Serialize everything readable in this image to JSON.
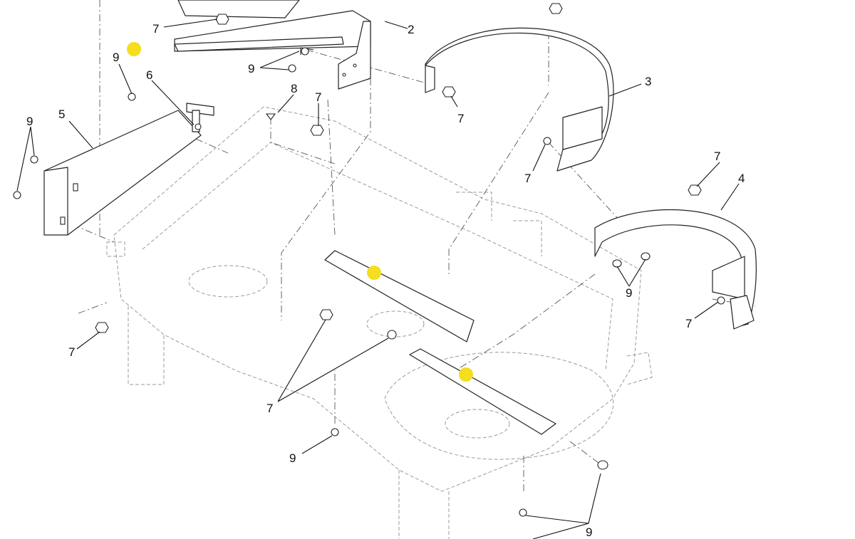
{
  "diagram": {
    "callouts": [
      {
        "id": "c7a",
        "label": "7"
      },
      {
        "id": "c2",
        "label": "2"
      },
      {
        "id": "c9a",
        "label": "9"
      },
      {
        "id": "c9b",
        "label": "9"
      },
      {
        "id": "c6",
        "label": "6"
      },
      {
        "id": "c8",
        "label": "8"
      },
      {
        "id": "c7b",
        "label": "7"
      },
      {
        "id": "c7c",
        "label": "7"
      },
      {
        "id": "c3",
        "label": "3"
      },
      {
        "id": "c9c",
        "label": "9"
      },
      {
        "id": "c5",
        "label": "5"
      },
      {
        "id": "c7d",
        "label": "7"
      },
      {
        "id": "c7e",
        "label": "7"
      },
      {
        "id": "c4",
        "label": "4"
      },
      {
        "id": "c9d",
        "label": "9"
      },
      {
        "id": "c7f",
        "label": "7"
      },
      {
        "id": "c7g",
        "label": "7"
      },
      {
        "id": "c7h",
        "label": "7"
      },
      {
        "id": "c9e",
        "label": "9"
      },
      {
        "id": "c9f",
        "label": "9"
      }
    ],
    "highlight_color": "#f5dd1f",
    "highlight_count": 3
  }
}
